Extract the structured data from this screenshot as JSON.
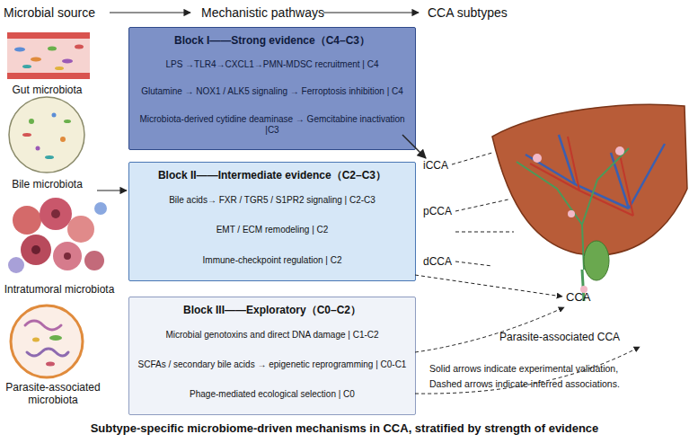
{
  "diagram": {
    "caption": "Subtype-specific microbiome-driven mechanisms in CCA, stratified by strength of evidence",
    "nodes": [
      {
        "text": [
          "Block I——Strong evidence（C4–C3）",
          "LPS →TLR4→CXCL1→PMN-MDSC recruitment | C4",
          "Glutamine → NOX1 / ALK5 signaling → Ferroptosis inhibition | C4",
          "Microbiota-derived cytidine deaminase → Gemcitabine inactivation |C3"
        ]
      },
      {
        "text": [
          "Block II——Intermediate evidence（C2–C3）",
          "Bile acids→ FXR / TGR5 / S1PR2 signaling | C2-C3",
          "EMT / ECM remodeling  | C2",
          "Immune-checkpoint regulation | C2"
        ]
      },
      {
        "text": [
          "Block III——Exploratory（C0–C2）",
          "Microbial genotoxins and direct DNA damage | C1-C2",
          "SCFAs / secondary bile acids → epigenetic reprogramming | C0-C1",
          "Phage-mediated ecological selection | C0"
        ]
      }
    ],
    "labels": [
      "Microbial source",
      "Mechanistic pathways",
      "CCA subtypes",
      "Gut microbiota",
      "Bile microbiota",
      "Intratumoral microbiota",
      "Parasite-associated microbiota",
      "iCCA",
      "pCCA",
      "dCCA",
      "CCA",
      "Parasite-associated CCA",
      "Solid arrows indicate experimental validation,",
      "Dashed arrows indicate inferred associations."
    ]
  }
}
